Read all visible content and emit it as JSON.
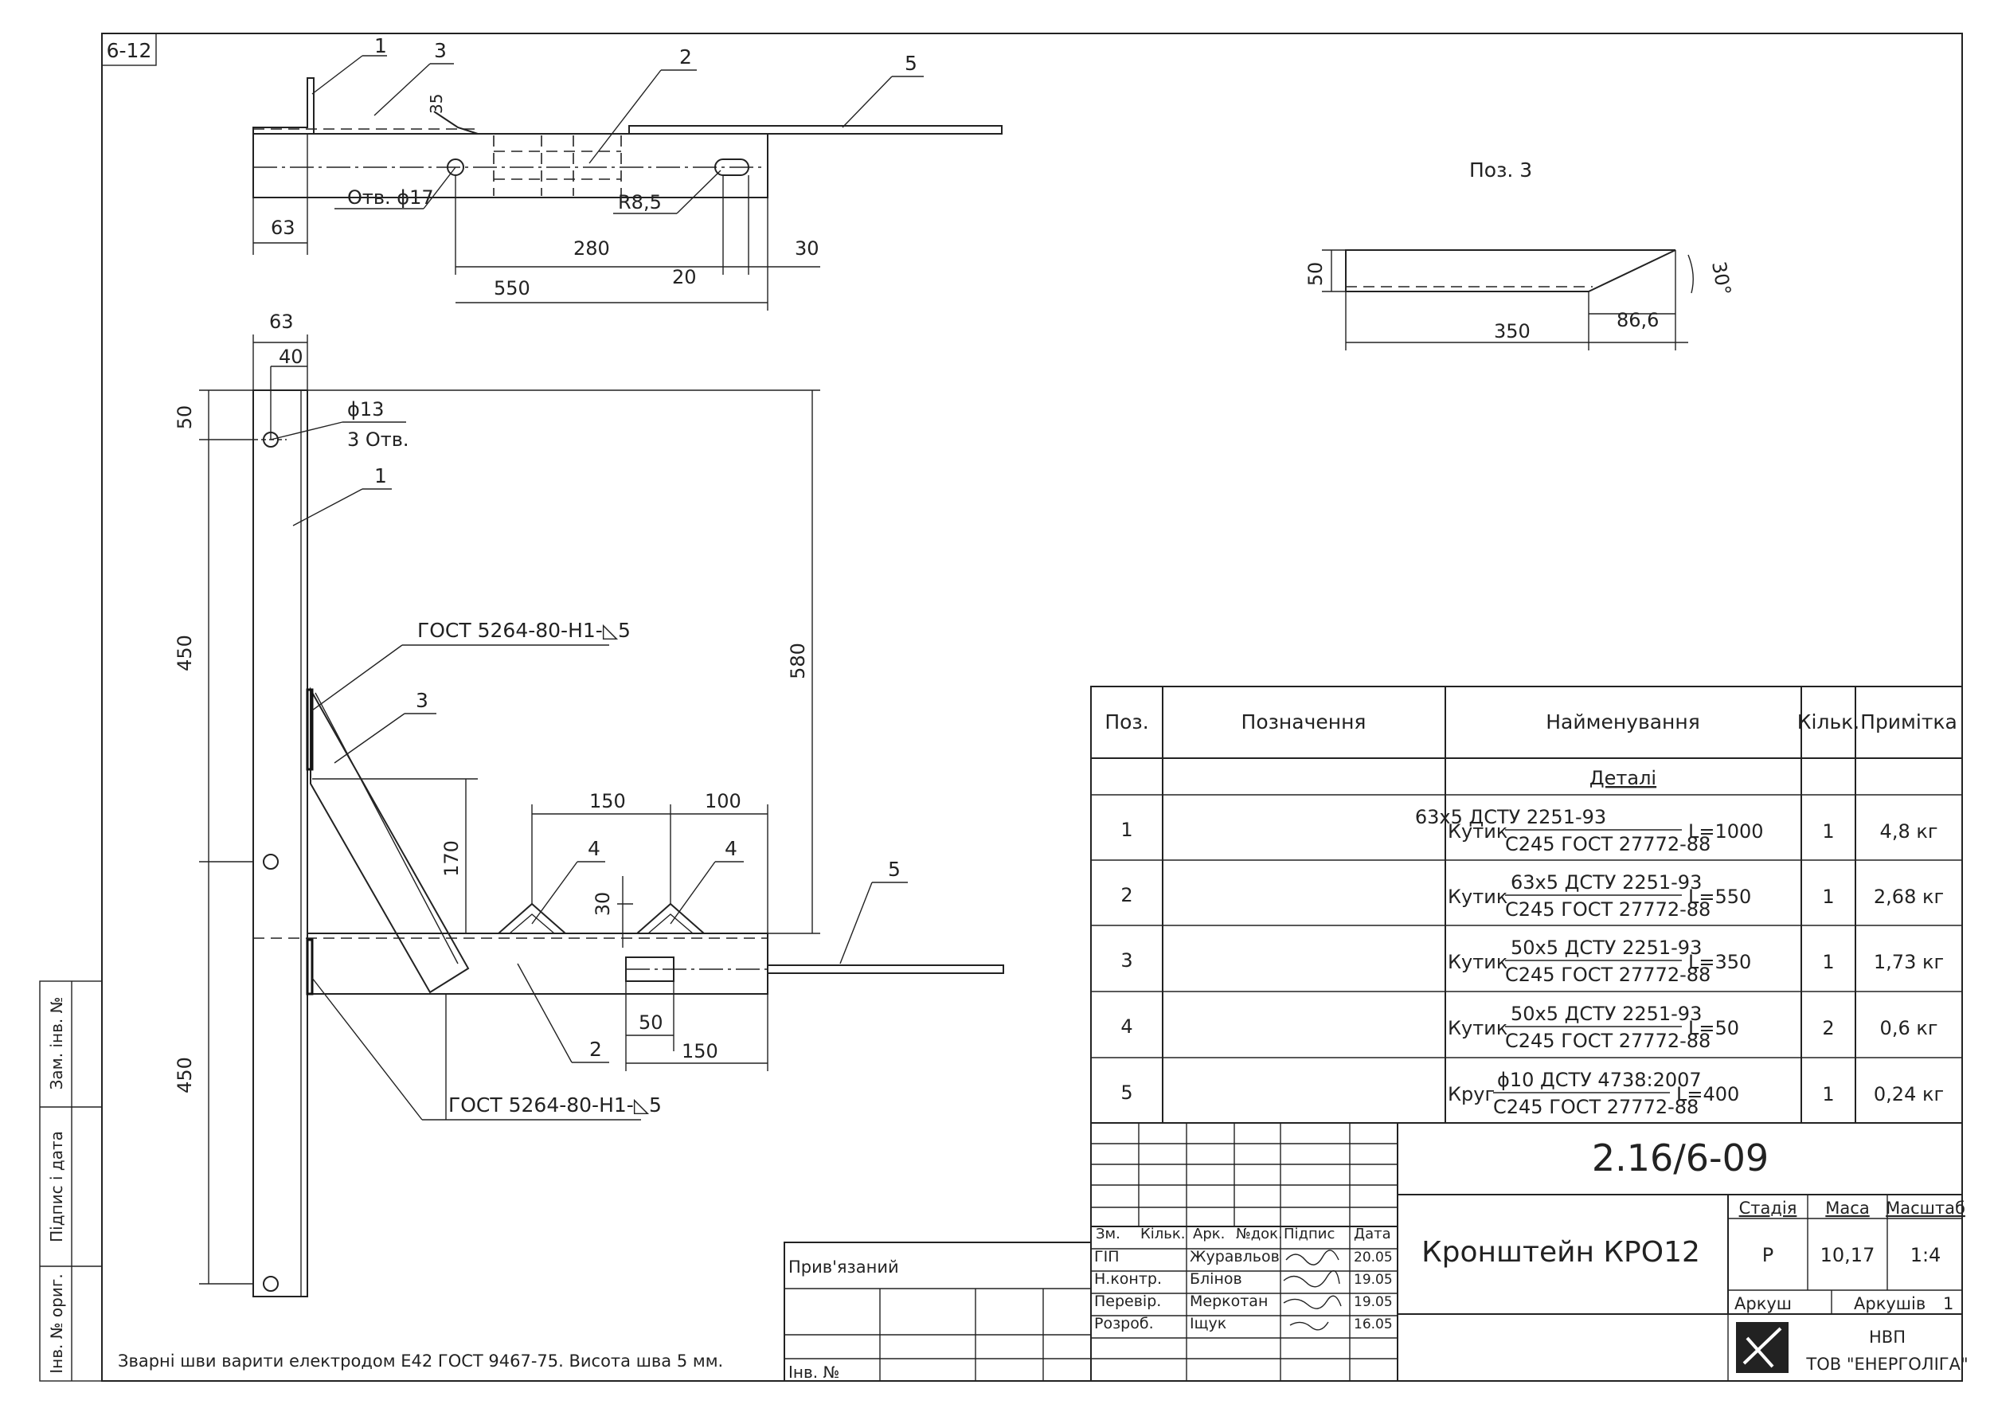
{
  "sheet": {
    "corner_tag": "6-12",
    "doc_code": "2.16/6-09",
    "note": "Зварні шви варити електродом Е42 ГОСТ 9467-75. Висота шва 5 мм.",
    "side_labels": [
      "Зам. інв. №",
      "Підпис і дата",
      "Інв. № ориг."
    ]
  },
  "top_view": {
    "callouts": [
      "1",
      "3",
      "2",
      "5"
    ],
    "dims": {
      "d63": "63",
      "d280": "280",
      "d550": "550",
      "d20": "20",
      "d30": "30",
      "d35": "35",
      "hole": "Отв. ϕ17",
      "radius": "R8,5"
    }
  },
  "front_view": {
    "callouts": [
      "1",
      "3",
      "4",
      "4",
      "5",
      "2"
    ],
    "dims": {
      "d63": "63",
      "d40": "40",
      "d50": "50",
      "hole": "ϕ13",
      "holes_count": "3 Отв.",
      "d450a": "450",
      "d450b": "450",
      "d580": "580",
      "d170": "170",
      "d150a": "150",
      "d100": "100",
      "d30": "30",
      "d50b": "50",
      "d150b": "150"
    },
    "weld1": "ГОСТ 5264-80-Н1-",
    "weld1_sym": "◺5",
    "weld2": "ГОСТ 5264-80-Н1-",
    "weld2_sym": "◺5"
  },
  "pos3": {
    "title": "Поз. 3",
    "dims": {
      "d50": "50",
      "d350": "350",
      "d86": "86,6",
      "angle": "30°"
    }
  },
  "spec": {
    "headers": [
      "Поз.",
      "Позначення",
      "Найменування",
      "Кільк.",
      "Примітка"
    ],
    "section": "Деталі",
    "rows": [
      {
        "pos": "1",
        "kind": "Кутик",
        "top": "63x5 ДСТУ 2251-93",
        "bottom": "С245 ГОСТ 27772-88",
        "len": "L=1000",
        "qty": "1",
        "note": "4,8 кг"
      },
      {
        "pos": "2",
        "kind": "Кутик",
        "top": "63x5 ДСТУ 2251-93",
        "bottom": "С245 ГОСТ 27772-88",
        "len": "L=550",
        "qty": "1",
        "note": "2,68 кг"
      },
      {
        "pos": "3",
        "kind": "Кутик",
        "top": "50x5 ДСТУ 2251-93",
        "bottom": "С245 ГОСТ 27772-88",
        "len": "L=350",
        "qty": "1",
        "note": "1,73 кг"
      },
      {
        "pos": "4",
        "kind": "Кутик",
        "top": "50x5 ДСТУ 2251-93",
        "bottom": "С245 ГОСТ 27772-88",
        "len": "L=50",
        "qty": "2",
        "note": "0,6 кг"
      },
      {
        "pos": "5",
        "kind": "Круг",
        "top": "ϕ10 ДСТУ 4738:2007",
        "bottom": "С245 ГОСТ 27772-88",
        "len": "L=400",
        "qty": "1",
        "note": "0,24 кг"
      }
    ]
  },
  "title_block": {
    "name": "Кронштейн КРО12",
    "cols": [
      "Зм.",
      "Кільк.",
      "Арк.",
      "№док.",
      "Підпис",
      "Дата"
    ],
    "people": [
      {
        "role": "ГІП",
        "name": "Журавльов",
        "date": "20.05"
      },
      {
        "role": "Н.контр.",
        "name": "Блінов",
        "date": "19.05"
      },
      {
        "role": "Перевір.",
        "name": "Меркотан",
        "date": "19.05"
      },
      {
        "role": "Розроб.",
        "name": "Іщук",
        "date": "16.05"
      }
    ],
    "stage_label": "Стадія",
    "mass_label": "Маса",
    "scale_label": "Масштаб",
    "stage": "Р",
    "mass": "10,17",
    "scale": "1:4",
    "sheet_label": "Аркуш",
    "sheets_label": "Аркушів",
    "sheets": "1",
    "company1": "НВП",
    "company2": "ТОВ \"ЕНЕРГОЛІГА\"",
    "linked": "Прив'язаний",
    "inv": "Інв. №"
  }
}
